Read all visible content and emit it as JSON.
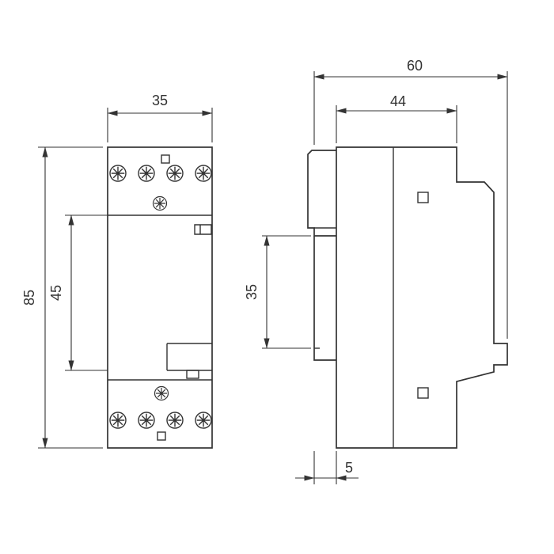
{
  "dimensions": {
    "front_width": "35",
    "front_height": "85",
    "front_inner_height": "45",
    "side_total_depth": "60",
    "side_body_depth": "44",
    "side_rail_height": "35",
    "side_rail_offset": "5"
  },
  "colors": {
    "line": "#333333",
    "background": "#ffffff"
  }
}
